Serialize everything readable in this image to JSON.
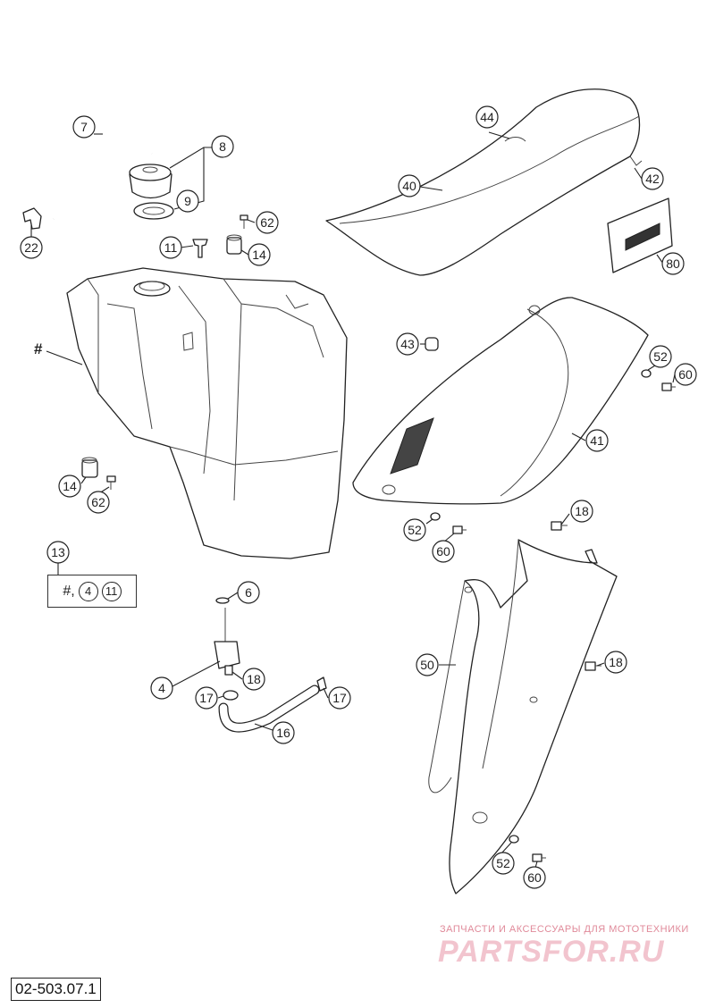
{
  "diagram": {
    "figure_number": "02-503.07.1",
    "kit_box": {
      "callout": "13",
      "prefix": "#,",
      "items": [
        "4",
        "11"
      ]
    },
    "hash_label": "#",
    "callouts": {
      "c7": "7",
      "c8": "8",
      "c9": "9",
      "c22": "22",
      "c62a": "62",
      "c11": "11",
      "c14a": "14",
      "c44": "44",
      "c40": "40",
      "c42": "42",
      "c80": "80",
      "c43": "43",
      "c52a": "52",
      "c60a": "60",
      "c41": "41",
      "c14b": "14",
      "c62b": "62",
      "c52b": "52",
      "c60b": "60",
      "c18a": "18",
      "c13": "13",
      "c6": "6",
      "c4": "4",
      "c18b": "18",
      "c17a": "17",
      "c17b": "17",
      "c16": "16",
      "c50": "50",
      "c18c": "18",
      "c52c": "52",
      "c60c": "60"
    }
  },
  "watermark": {
    "caption": "ЗАПЧАСТИ И АКСЕССУАРЫ ДЛЯ МОТОТЕХНИКИ",
    "logo": "PARTSFOR.RU"
  }
}
